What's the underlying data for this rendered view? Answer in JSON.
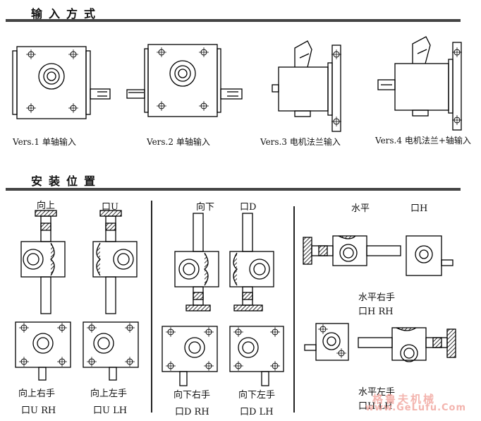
{
  "sections": {
    "input": {
      "title": "输入方式"
    },
    "mount": {
      "title": "安装位置"
    }
  },
  "input_versions": [
    {
      "label": "Vers.1 单轴输入"
    },
    {
      "label": "Vers.2 单轴输入"
    },
    {
      "label": "Vers.3 电机法兰输入"
    },
    {
      "label": "Vers.4 电机法兰+轴输入"
    }
  ],
  "mount": {
    "up": {
      "caption": "向上",
      "code": "口U",
      "right": "向上右手",
      "right_code": "口U RH",
      "left": "向上左手",
      "left_code": "口U LH"
    },
    "down": {
      "caption": "向下",
      "code": "口D",
      "right": "向下右手",
      "right_code": "口D RH",
      "left": "向下左手",
      "left_code": "口D LH"
    },
    "horizontal": {
      "caption": "水平",
      "code": "口H",
      "right": "水平右手",
      "right_code": "口H RH",
      "left": "水平左手",
      "left_code": "口H LH"
    }
  },
  "watermark": {
    "brand": "格鲁夫机械",
    "url": "www.GeLufu.Com"
  }
}
